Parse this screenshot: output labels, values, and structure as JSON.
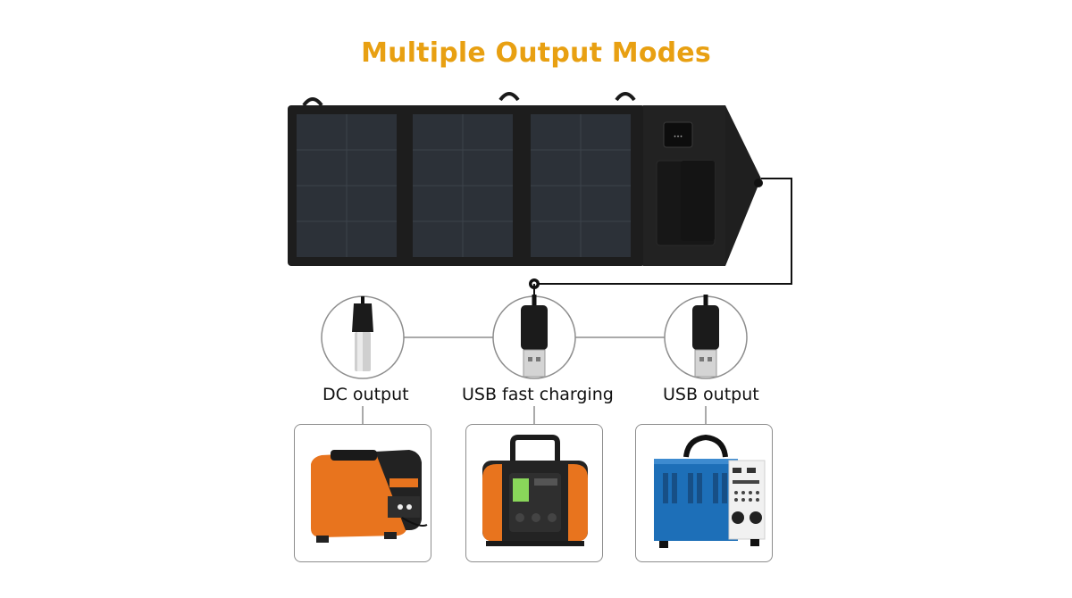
{
  "title": "Multiple Output Modes",
  "outputs": [
    {
      "label": "DC output"
    },
    {
      "label": "USB fast charging"
    },
    {
      "label": "USB output"
    }
  ],
  "colors": {
    "title": "#e8a012",
    "panel": "#1e1e1e",
    "cell": "#2c3138",
    "orange": "#e8741e",
    "blue": "#1d6fb8"
  }
}
